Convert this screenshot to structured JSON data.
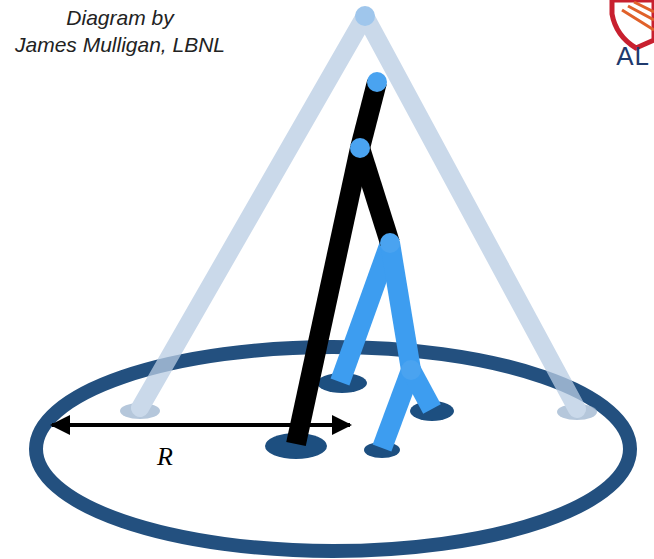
{
  "diagram": {
    "labels": [
      "Diagram by",
      "James Mulligan, LBNL",
      "R",
      "AL"
    ]
  }
}
